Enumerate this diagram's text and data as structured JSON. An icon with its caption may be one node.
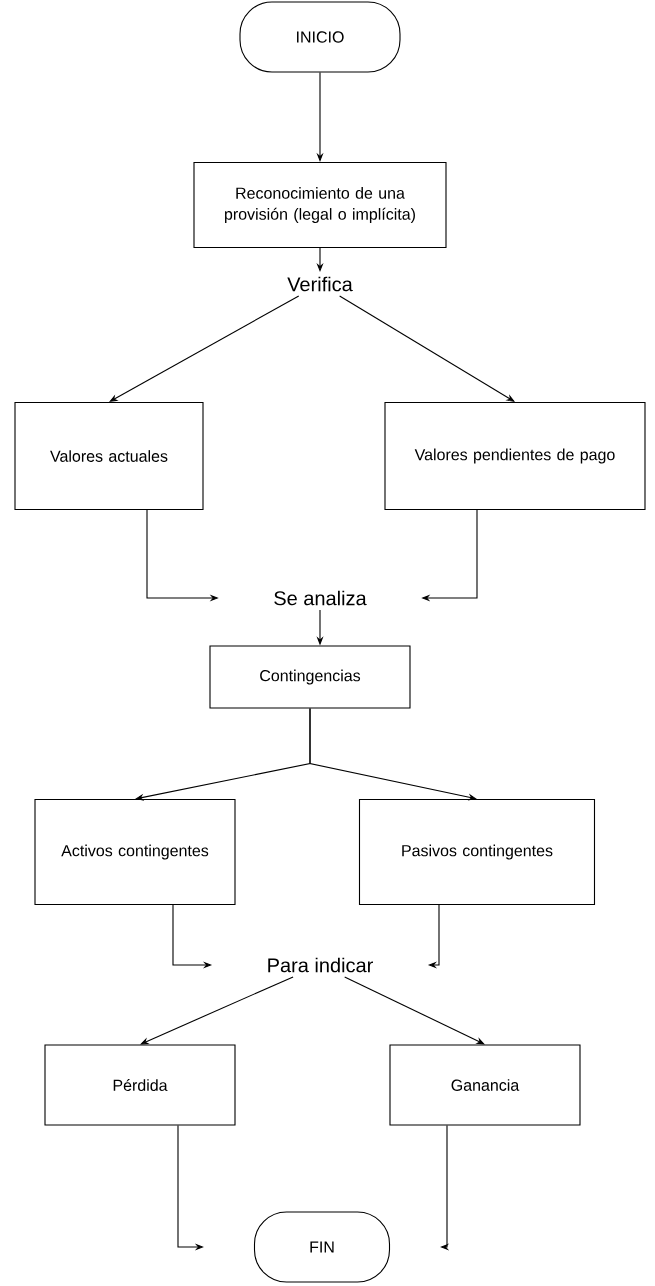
{
  "diagram": {
    "nodes": [
      {
        "text": [
          "INICIO"
        ]
      },
      {
        "text": [
          "Reconocimiento de una provisión (legal o implícita)"
        ]
      },
      {
        "text": [
          "Verifica"
        ]
      },
      {
        "text": [
          "Valores actuales"
        ]
      },
      {
        "text": [
          "Valores pendientes de pago"
        ]
      },
      {
        "text": [
          "Se analiza"
        ]
      },
      {
        "text": [
          "Contingencias"
        ]
      },
      {
        "text": [
          "Activos contingentes"
        ]
      },
      {
        "text": [
          "Pasivos contingentes"
        ]
      },
      {
        "text": [
          "Para indicar"
        ]
      },
      {
        "text": [
          "Pérdida"
        ]
      },
      {
        "text": [
          "Ganancia"
        ]
      },
      {
        "text": [
          "FIN"
        ]
      }
    ],
    "edges": [
      {
        "from": 0,
        "to": 1,
        "arrow": "to"
      },
      {
        "from": 1,
        "to": 2,
        "arrow": "to"
      },
      {
        "from": 2,
        "to": 3,
        "arrow": "to"
      },
      {
        "from": 2,
        "to": 4,
        "arrow": "to"
      },
      {
        "from": 3,
        "to": 5,
        "arrow": "to"
      },
      {
        "from": 4,
        "to": 5,
        "arrow": "to"
      },
      {
        "from": 5,
        "to": 6,
        "arrow": "to"
      },
      {
        "from": 6,
        "to": 7,
        "arrow": "to"
      },
      {
        "from": 6,
        "to": 8,
        "arrow": "to"
      },
      {
        "from": 7,
        "to": 9,
        "arrow": "to"
      },
      {
        "from": 8,
        "to": 9,
        "arrow": "to"
      },
      {
        "from": 9,
        "to": 10,
        "arrow": "to"
      },
      {
        "from": 9,
        "to": 11,
        "arrow": "to"
      },
      {
        "from": 10,
        "to": 12,
        "arrow": "to"
      },
      {
        "from": 11,
        "to": 12,
        "arrow": "to"
      }
    ]
  }
}
